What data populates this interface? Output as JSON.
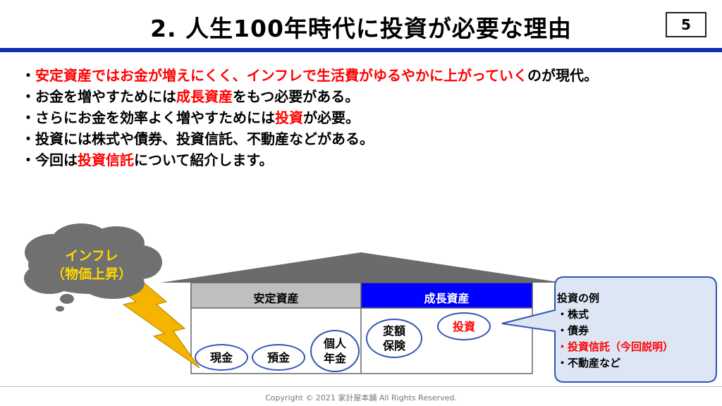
{
  "title": "2. 人生100年時代に投資が必要な理由",
  "page_number": "5",
  "bullets": [
    {
      "parts": [
        {
          "text": "・",
          "red": false
        },
        {
          "text": "安定資産ではお金が増えにくく、インフレで生活費がゆるやかに上がっていく",
          "red": true
        },
        {
          "text": "のが現代。",
          "red": false
        }
      ]
    },
    {
      "parts": [
        {
          "text": "・お金を増やすためには",
          "red": false
        },
        {
          "text": "成長資産",
          "red": true
        },
        {
          "text": "をもつ必要がある。",
          "red": false
        }
      ]
    },
    {
      "parts": [
        {
          "text": "・さらにお金を効率よく増やすためには",
          "red": false
        },
        {
          "text": "投資",
          "red": true
        },
        {
          "text": "が必要。",
          "red": false
        }
      ]
    },
    {
      "parts": [
        {
          "text": "・投資には株式や債券、投資信託、不動産などがある。",
          "red": false
        }
      ]
    },
    {
      "parts": [
        {
          "text": "・今回は",
          "red": false
        },
        {
          "text": "投資信託",
          "red": true
        },
        {
          "text": "について紹介します。",
          "red": false
        }
      ]
    }
  ],
  "inflation_cloud": {
    "line1": "インフレ",
    "line2": "（物価上昇）"
  },
  "house": {
    "stable_header": "安定資産",
    "growth_header": "成長資産",
    "stable_items": [
      "現金",
      "預金",
      "個人年金"
    ],
    "growth_items": [
      "変額保険",
      "投資"
    ]
  },
  "examples": {
    "heading": "投資の例",
    "items": [
      {
        "text": "・株式",
        "red": false
      },
      {
        "text": "・債券",
        "red": false
      },
      {
        "text": "・投資信託（今回説明）",
        "red": true
      },
      {
        "text": "・不動産など",
        "red": false
      }
    ]
  },
  "colors": {
    "accent_blue": "#0b2fb0",
    "highlight_red": "#ff0000",
    "lightning": "#f5b400",
    "cloud": "#707070"
  },
  "footer": "Copyright © 2021 家計屋本舗 All Rights Reserved."
}
